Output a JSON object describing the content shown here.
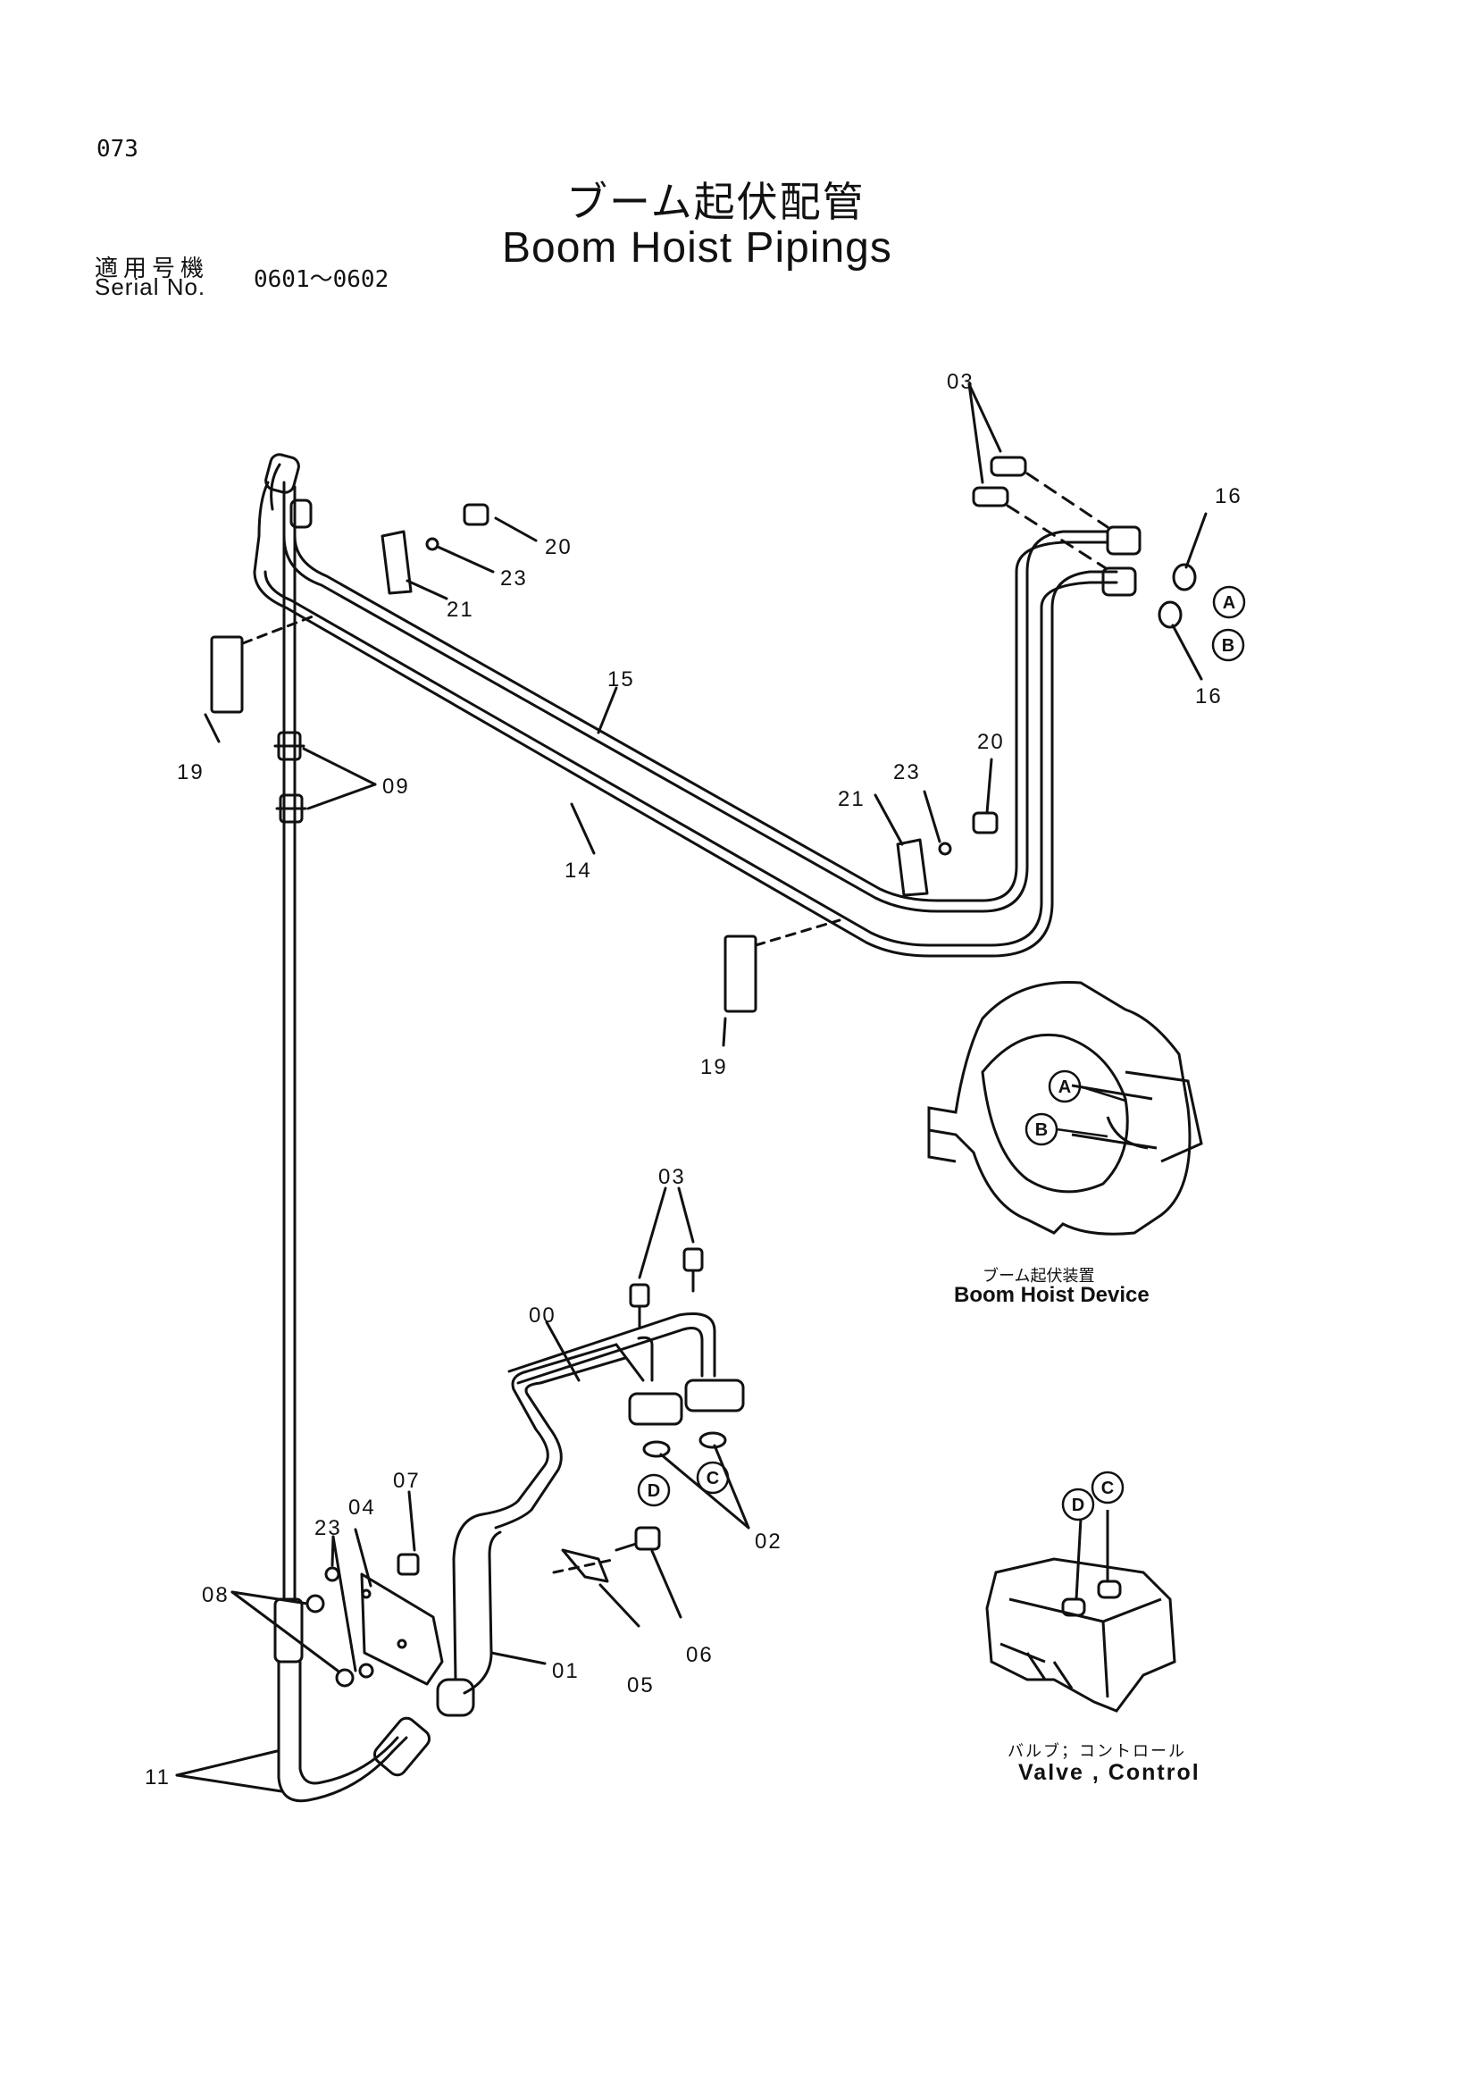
{
  "header": {
    "page_number": "073",
    "title_jp": "ブーム起伏配管",
    "title_en": "Boom Hoist Pipings",
    "serial_label_jp": "適用号機",
    "serial_label_en": "Serial No.",
    "serial_range": "0601～0602"
  },
  "part_labels": {
    "p00": "00",
    "p01": "01",
    "p02": "02",
    "p03_top": "03",
    "p03_bottom": "03",
    "p04": "04",
    "p05": "05",
    "p06": "06",
    "p07": "07",
    "p08": "08",
    "p09": "09",
    "p11": "11",
    "p14": "14",
    "p15": "15",
    "p16_top": "16",
    "p16_bottom": "16",
    "p19_left": "19",
    "p19_mid": "19",
    "p20_top": "20",
    "p20_mid": "20",
    "p21_top": "21",
    "p21_mid": "21",
    "p23_top": "23",
    "p23_mid": "23",
    "p23_low": "23"
  },
  "port_labels": {
    "a_top": "A",
    "b_top": "B",
    "c_mid": "C",
    "d_mid": "D",
    "a_device": "A",
    "b_device": "B",
    "c_valve": "C",
    "d_valve": "D"
  },
  "boom_hoist_device": {
    "caption_jp": "ブーム起伏装置",
    "caption_en": "Boom Hoist Device"
  },
  "control_valve": {
    "caption_jp": "バルブ；コントロール",
    "caption_en": "Valve , Control"
  }
}
